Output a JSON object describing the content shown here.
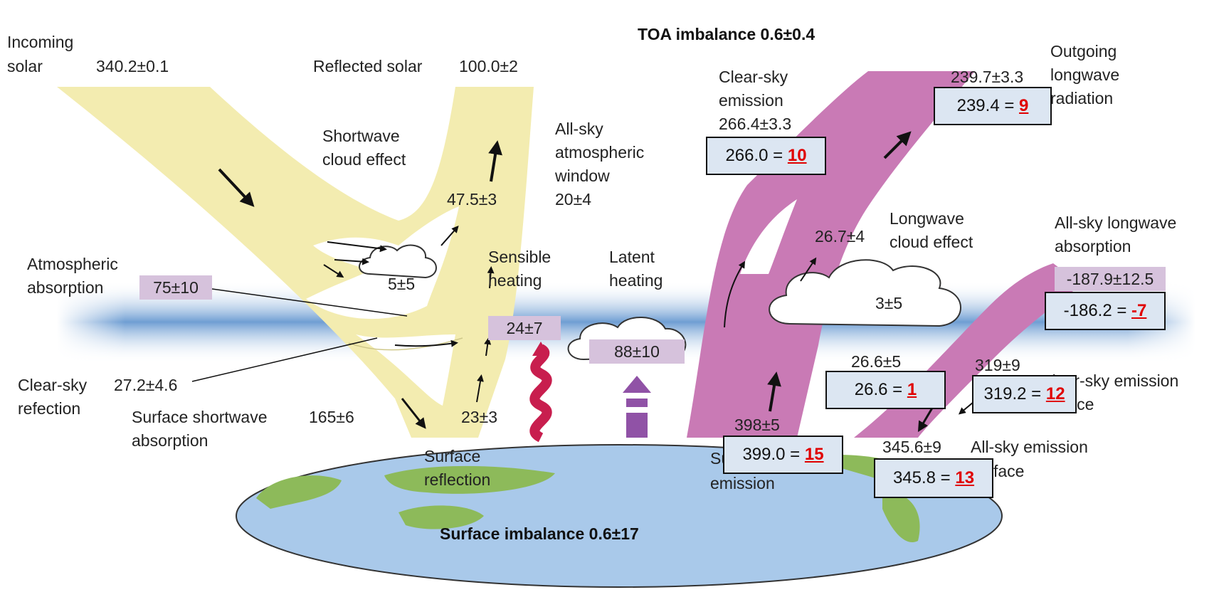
{
  "title": "TOA imbalance 0.6±0.4",
  "surface_imbalance": "Surface imbalance 0.6±17",
  "shortwave": {
    "incoming_label": [
      "Incoming",
      "solar"
    ],
    "incoming_value": "340.2±0.1",
    "reflected_label": "Reflected solar",
    "reflected_value": "100.0±2",
    "cloud_effect_label": [
      "Shortwave",
      "cloud effect"
    ],
    "cloud_effect_value": "47.5±3",
    "cloud_absorption": "5±5",
    "atmospheric_absorption_label": [
      "Atmospheric",
      "absorption"
    ],
    "atmospheric_absorption_value": "75±10",
    "clear_sky_reflection_label": [
      "Clear-sky",
      "refection"
    ],
    "clear_sky_reflection_value": "27.2±4.6",
    "surface_absorption_label": [
      "Surface shortwave",
      "absorption"
    ],
    "surface_absorption_value": "165±6",
    "surface_reflection_label": [
      "Surface",
      "reflection"
    ],
    "surface_reflection_value": "23±3"
  },
  "window": {
    "label": [
      "All-sky",
      "atmospheric",
      "window"
    ],
    "value": "20±4"
  },
  "sensible": {
    "label": [
      "Sensible",
      "heating"
    ],
    "value": "24±7"
  },
  "latent": {
    "label": [
      "Latent",
      "heating"
    ],
    "value": "88±10"
  },
  "longwave": {
    "clear_sky_emission_label": [
      "Clear-sky",
      "emission"
    ],
    "clear_sky_emission_value": "266.4±3.3",
    "clear_sky_emission_box": {
      "value": "266.0 = ",
      "diff": "10"
    },
    "olr_label": [
      "Outgoing",
      "longwave",
      "radiation"
    ],
    "olr_value": "239.7±3.3",
    "olr_box": {
      "value": "239.4 = ",
      "diff": "9"
    },
    "cloud_effect_label": [
      "Longwave",
      "cloud effect"
    ],
    "cloud_effect_value": "26.7±4",
    "cloud_value": "3±5",
    "all_sky_absorption_label": [
      "All-sky longwave",
      "absorption"
    ],
    "all_sky_absorption_value": "-187.9±12.5",
    "all_sky_absorption_box": {
      "value": "-186.2 = ",
      "diff": "-7"
    },
    "lw_cloud_surface_value": "26.6±5",
    "lw_cloud_surface_box": {
      "value": "26.6 = ",
      "diff": "1"
    },
    "clear_sky_surface_value": "319±9",
    "clear_sky_surface_label": [
      "Clear-sky emission",
      "surface"
    ],
    "clear_sky_surface_box": {
      "value": "319.2 = ",
      "diff": "12"
    },
    "surface_emission_label": [
      "Surface",
      "emission"
    ],
    "surface_emission_value": "398±5",
    "surface_emission_box": {
      "value": "399.0 = ",
      "diff": "15"
    },
    "all_sky_surface_value": "345.6±9",
    "all_sky_surface_label": [
      "All-sky emission",
      "surface"
    ],
    "all_sky_surface_box": {
      "value": "345.8 = ",
      "diff": "13"
    }
  },
  "colors": {
    "shortwave": "#f3ecb0",
    "longwave": "#c97ab5",
    "atmosphere": "#6f9ed3",
    "ocean": "#a9c9ea",
    "land": "#8dba5a",
    "sensible": "#c81e4e",
    "latent": "#9052a6",
    "box_fill": "#dce6f2",
    "tag_fill": "#d6c2dc",
    "highlight": "#e00000"
  }
}
